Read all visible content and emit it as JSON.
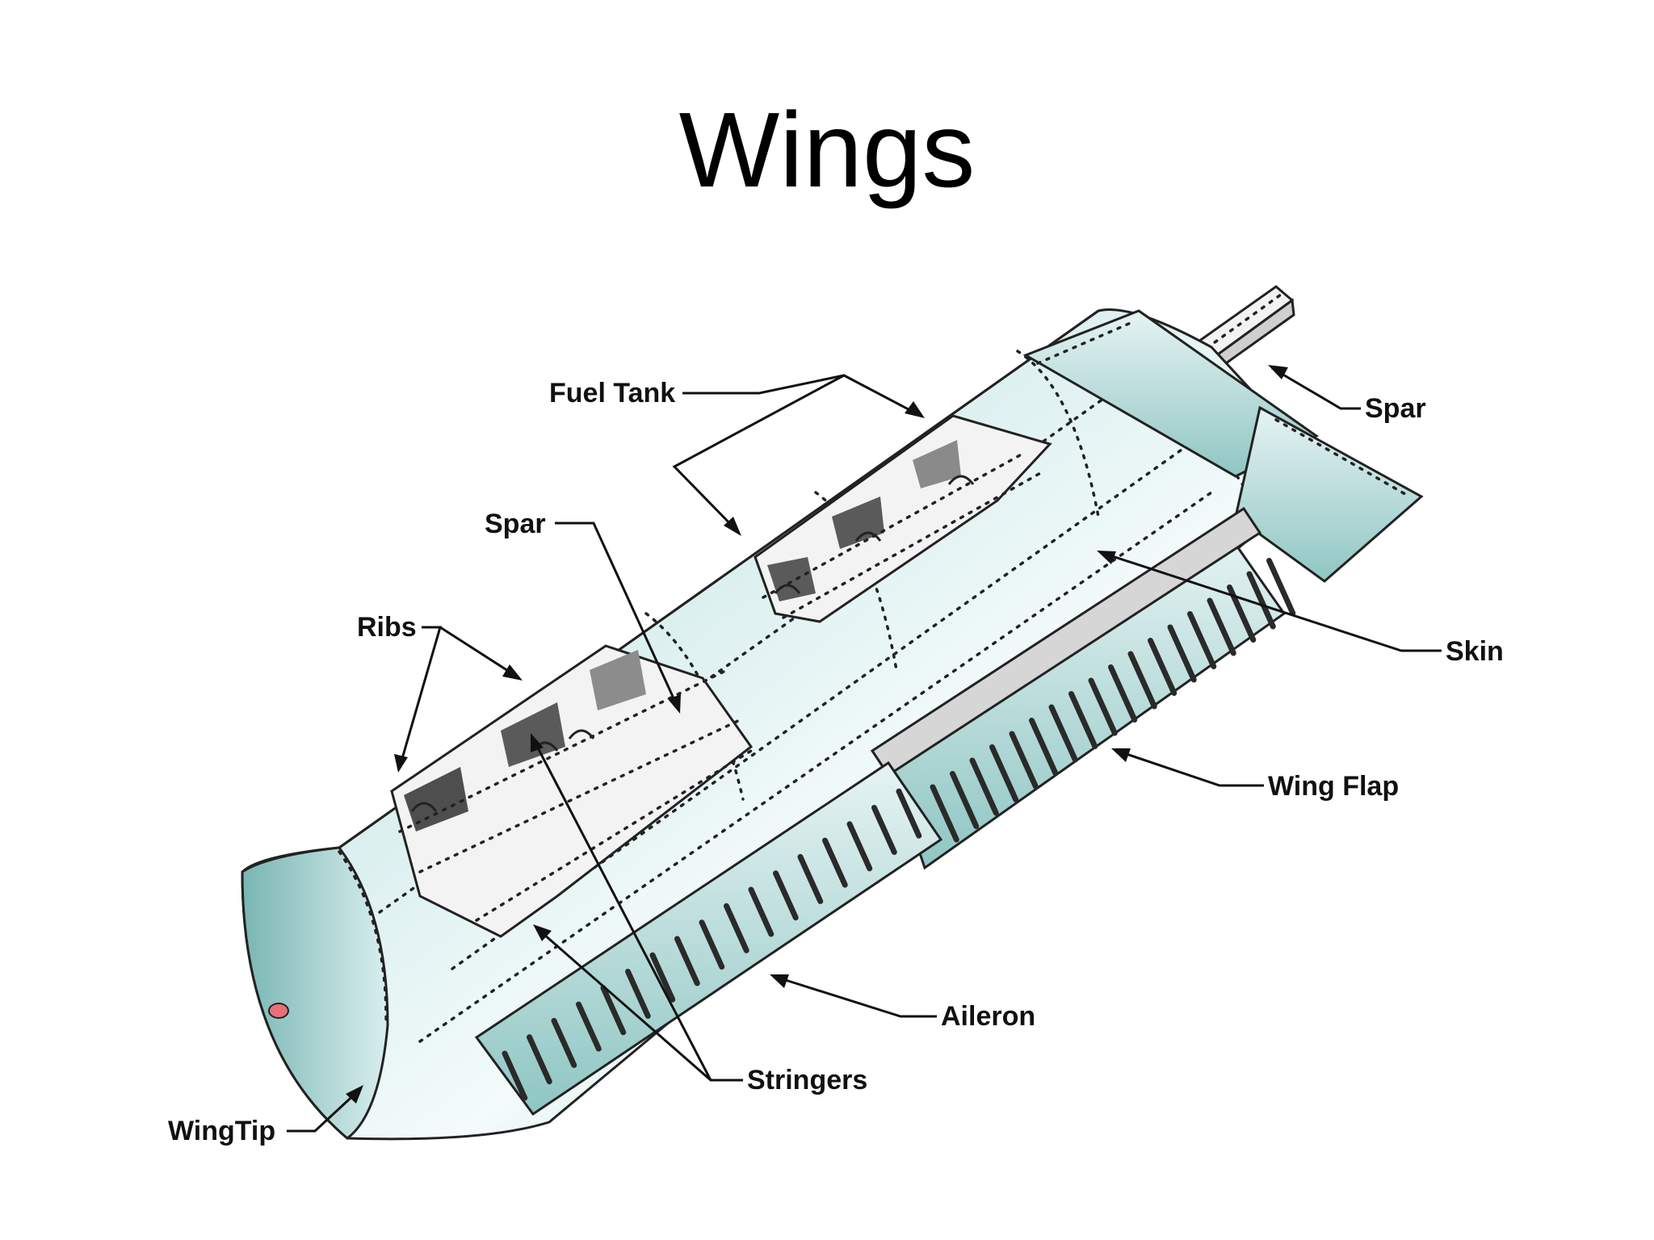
{
  "slide": {
    "title": "Wings"
  },
  "diagram": {
    "labels": {
      "fuel_tank": "Fuel Tank",
      "spar_top": "Spar",
      "spar_left": "Spar",
      "ribs": "Ribs",
      "skin": "Skin",
      "wing_flap": "Wing Flap",
      "aileron": "Aileron",
      "stringers": "Stringers",
      "wingtip": "WingTip"
    },
    "colors": {
      "skin_light": "#e9f4f4",
      "skin_mid": "#9fcfcd",
      "skin_dark": "#6fb0ad",
      "rib_dark": "#555555",
      "outline": "#222222",
      "nav_light": "#e8707a"
    }
  }
}
